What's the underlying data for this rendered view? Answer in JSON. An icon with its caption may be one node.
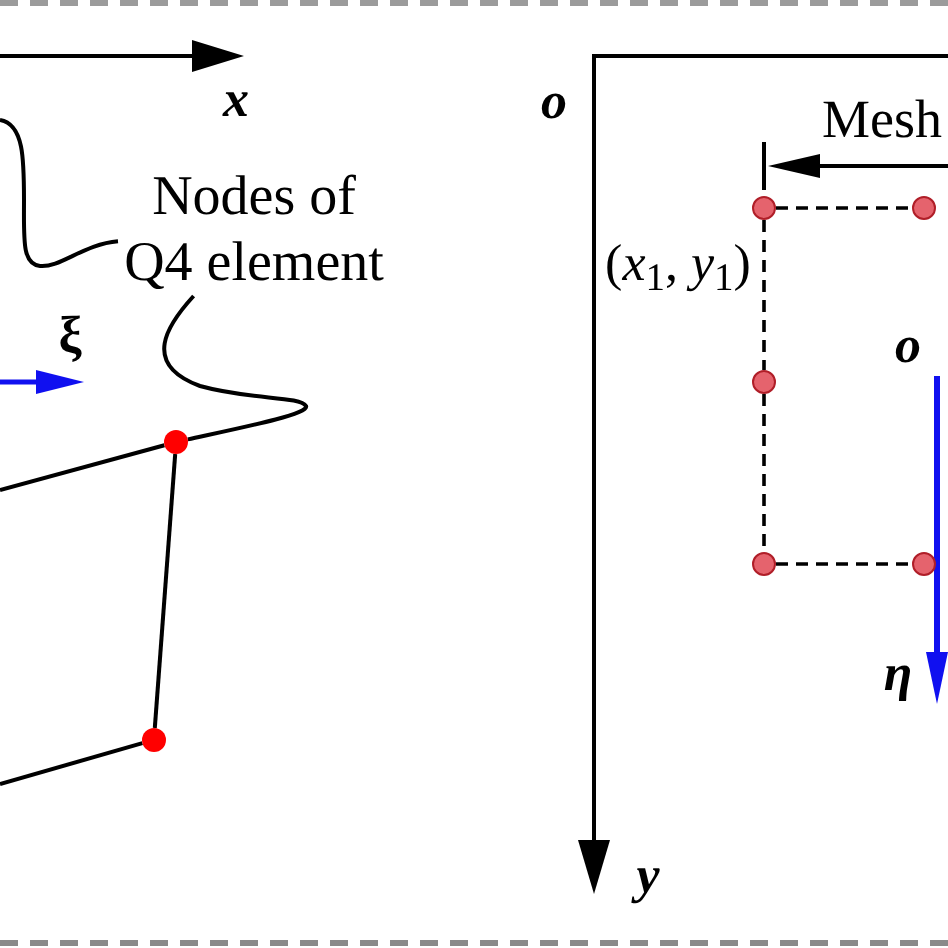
{
  "diagram": {
    "nodes": [
      {
        "text": [
          "Nodes of Q4 element"
        ]
      },
      {
        "text": [],
        "shape": "circle"
      },
      {
        "text": [],
        "shape": "circle"
      },
      {
        "text": [],
        "shape": "circle",
        "beside": [
          "(*x*$_{1}$, *y*$_{1}$)"
        ]
      },
      {
        "text": [],
        "shape": "circle"
      },
      {
        "text": [],
        "shape": "circle"
      },
      {
        "text": [],
        "shape": "circle"
      },
      {
        "text": [],
        "shape": "circle"
      }
    ],
    "edges": [
      {
        "from": 0,
        "to": null,
        "arrow": "none"
      },
      {
        "from": 0,
        "to": 1,
        "arrow": "none"
      },
      {
        "from": null,
        "to": 1,
        "arrow": "none"
      },
      {
        "from": 1,
        "to": 2,
        "arrow": "none"
      },
      {
        "from": 2,
        "to": null,
        "arrow": "none"
      },
      {
        "from": 3,
        "to": 4,
        "arrow": "none",
        "style": "dashed"
      },
      {
        "from": 3,
        "to": 5,
        "arrow": "none",
        "style": "dashed"
      },
      {
        "from": 5,
        "to": 6,
        "arrow": "none",
        "style": "dashed"
      },
      {
        "from": 6,
        "to": 7,
        "arrow": "none",
        "style": "dashed"
      }
    ],
    "labels": [
      "x",
      "ξ",
      "o",
      "Mesh",
      "o",
      "η",
      "y"
    ]
  }
}
